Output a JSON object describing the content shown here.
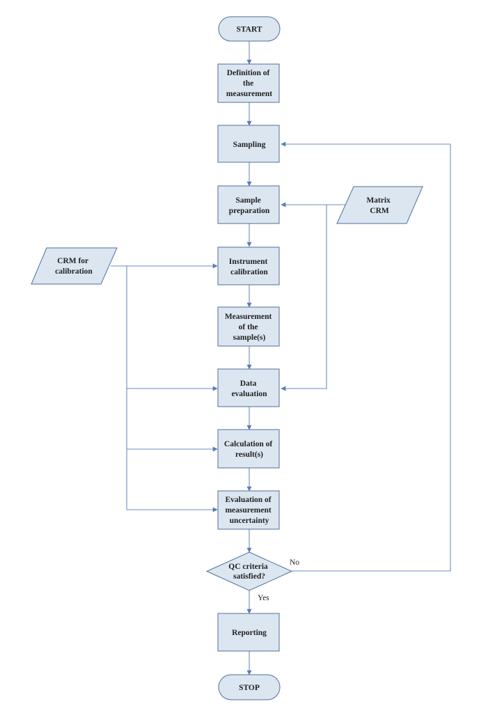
{
  "flowchart": {
    "start": "START",
    "definition": [
      "Definition of",
      "the",
      "measurement"
    ],
    "sampling": [
      "Sampling"
    ],
    "sample_preparation": [
      "Sample",
      "preparation"
    ],
    "matrix_crm": [
      "Matrix",
      "CRM"
    ],
    "crm_calibration": [
      "CRM for",
      "calibration"
    ],
    "instrument_calibration": [
      "Instrument",
      "calibration"
    ],
    "measurement_sample": [
      "Measurement",
      "of the",
      "sample(s)"
    ],
    "data_evaluation": [
      "Data",
      "evaluation"
    ],
    "calculation": [
      "Calculation of",
      "result(s)"
    ],
    "uncertainty": [
      "Evaluation of",
      "measurement",
      "uncertainty"
    ],
    "qc_decision": [
      "QC criteria",
      "satisfied?"
    ],
    "no_label": "No",
    "yes_label": "Yes",
    "reporting": [
      "Reporting"
    ],
    "stop": "STOP"
  }
}
